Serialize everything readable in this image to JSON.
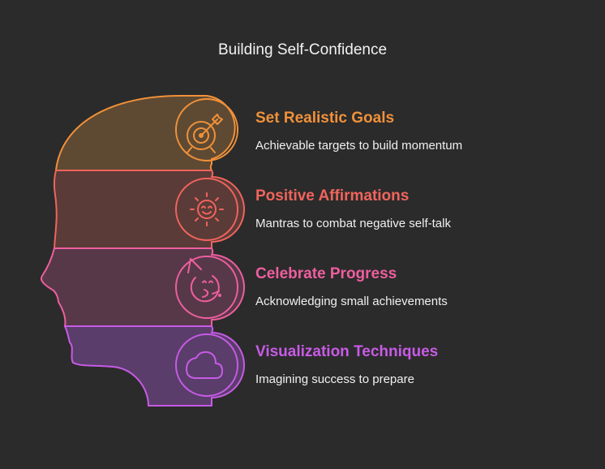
{
  "title": "Building Self-Confidence",
  "steps": [
    {
      "title": "Set Realistic Goals",
      "description": "Achievable targets to build momentum",
      "icon": "target-icon",
      "color": "#f0913a"
    },
    {
      "title": "Positive Affirmations",
      "description": "Mantras to combat negative self-talk",
      "icon": "smiling-sun-icon",
      "color": "#f0645c"
    },
    {
      "title": "Celebrate Progress",
      "description": "Acknowledging small achievements",
      "icon": "party-face-icon",
      "color": "#ee5f9f"
    },
    {
      "title": "Visualization Techniques",
      "description": "Imagining success to prepare",
      "icon": "thought-cloud-icon",
      "color": "#c75be6"
    }
  ]
}
